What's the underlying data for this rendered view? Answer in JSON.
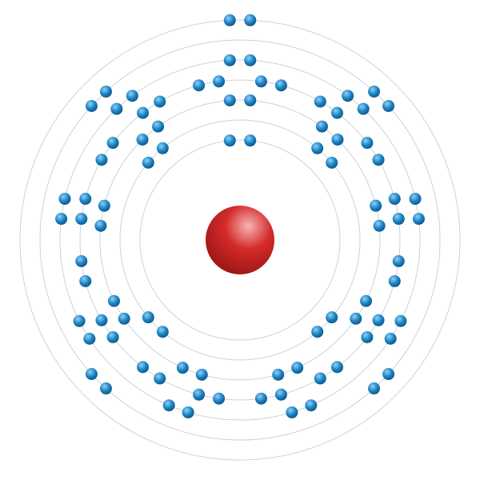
{
  "atom": {
    "shell_electrons": [
      2,
      8,
      18,
      32,
      18,
      8,
      2
    ],
    "colors": {
      "nucleus": "#d42a2a",
      "nucleus_highlight": "#f7b3b3",
      "nucleus_shadow": "#9c1515",
      "electron": "#1a82c4",
      "electron_highlight": "#8fd0f5",
      "electron_shadow": "#0d4f7d",
      "orbit": "#c9d3d8"
    }
  }
}
